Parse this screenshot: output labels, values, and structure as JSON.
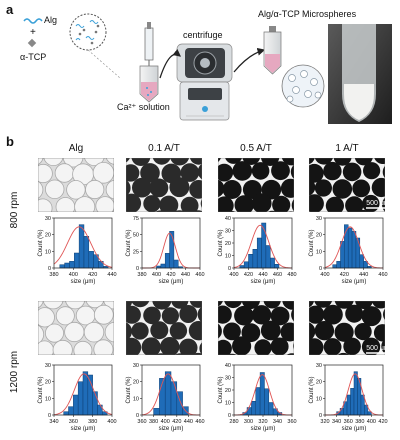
{
  "panel_a": {
    "label": "a",
    "alg_label": "Alg",
    "plus_label": "+",
    "tcp_label": "α-TCP",
    "centrifuge_label": "centrifuge",
    "ca_label": "Ca²⁺ solution",
    "product_label": "Alg/α-TCP Microspheres",
    "colors": {
      "alg_chain": "#3aa0d8",
      "tcp_particle": "#888888",
      "arrow": "#222222",
      "tube_liquid": "#e6a8c0",
      "centrifuge_body": "#d9dde0",
      "centrifuge_dark": "#3d4145",
      "photo_bg": "#3c3c3c"
    }
  },
  "panel_b": {
    "label": "b",
    "columns": [
      "Alg",
      "0.1 A/T",
      "0.5 A/T",
      "1 A/T"
    ],
    "rows": [
      "800 rpm",
      "1200 rpm"
    ],
    "scale_bar": "500 μm",
    "colors": {
      "bar_fill": "#1f6cb8",
      "bar_stroke": "#0d3f73",
      "fit_curve": "#e05555"
    }
  },
  "chart_data": [
    {
      "type": "bar",
      "row": "800 rpm",
      "column": "Alg",
      "xlabel": "size (μm)",
      "ylabel": "Count (%)",
      "xlim": [
        380,
        440
      ],
      "ylim": [
        0,
        30
      ],
      "x_ticks": [
        380,
        400,
        420,
        440
      ],
      "y_ticks": [
        0,
        10,
        20,
        30
      ],
      "bin_start": [
        386,
        391,
        396,
        401,
        406,
        411,
        416,
        421,
        426,
        431
      ],
      "bin_width": 5,
      "values": [
        2,
        3,
        4,
        9,
        26,
        19,
        10,
        8,
        4,
        1
      ],
      "fit": {
        "mean": 406,
        "sd": 12
      }
    },
    {
      "type": "bar",
      "row": "800 rpm",
      "column": "0.1 A/T",
      "xlabel": "size (μm)",
      "ylabel": "Count (%)",
      "xlim": [
        380,
        460
      ],
      "ylim": [
        0,
        75
      ],
      "x_ticks": [
        380,
        400,
        420,
        440,
        460
      ],
      "y_ticks": [
        0,
        25,
        50,
        75
      ],
      "bin_start": [
        400,
        406,
        412,
        418,
        424,
        430
      ],
      "bin_width": 6,
      "values": [
        3,
        6,
        22,
        55,
        12,
        2
      ],
      "fit": {
        "mean": 418,
        "sd": 8
      }
    },
    {
      "type": "bar",
      "row": "800 rpm",
      "column": "0.5 A/T",
      "xlabel": "size (μm)",
      "ylabel": "Count (%)",
      "xlim": [
        400,
        480
      ],
      "ylim": [
        0,
        40
      ],
      "x_ticks": [
        400,
        420,
        440,
        460,
        480
      ],
      "y_ticks": [
        0,
        10,
        20,
        30,
        40
      ],
      "bin_start": [
        408,
        414,
        420,
        426,
        432,
        438,
        444,
        450,
        456
      ],
      "bin_width": 6,
      "values": [
        2,
        5,
        11,
        15,
        24,
        36,
        18,
        8,
        3
      ],
      "fit": {
        "mean": 436,
        "sd": 12
      }
    },
    {
      "type": "bar",
      "row": "800 rpm",
      "column": "1 A/T",
      "xlabel": "size (μm)",
      "ylabel": "Count (%)",
      "xlim": [
        400,
        460
      ],
      "ylim": [
        0,
        30
      ],
      "x_ticks": [
        400,
        420,
        440,
        460
      ],
      "y_ticks": [
        0,
        10,
        20,
        30
      ],
      "bin_start": [
        408,
        412,
        416,
        420,
        424,
        428,
        432,
        436,
        440,
        444
      ],
      "bin_width": 4,
      "values": [
        2,
        4,
        16,
        26,
        24,
        22,
        18,
        8,
        4,
        1
      ],
      "fit": {
        "mean": 426,
        "sd": 9
      }
    },
    {
      "type": "bar",
      "row": "1200 rpm",
      "column": "Alg",
      "xlabel": "size (μm)",
      "ylabel": "Count (%)",
      "xlim": [
        340,
        400
      ],
      "ylim": [
        0,
        30
      ],
      "x_ticks": [
        340,
        360,
        380,
        400
      ],
      "y_ticks": [
        0,
        10,
        20,
        30
      ],
      "bin_start": [
        350,
        355,
        360,
        365,
        370,
        375,
        380,
        385,
        390
      ],
      "bin_width": 5,
      "values": [
        2,
        5,
        12,
        20,
        26,
        24,
        14,
        6,
        2
      ],
      "fit": {
        "mean": 371,
        "sd": 10
      }
    },
    {
      "type": "bar",
      "row": "1200 rpm",
      "column": "0.1 A/T",
      "xlabel": "size (μm)",
      "ylabel": "Count (%)",
      "xlim": [
        360,
        460
      ],
      "ylim": [
        0,
        30
      ],
      "x_ticks": [
        360,
        380,
        400,
        420,
        440,
        460
      ],
      "y_ticks": [
        0,
        10,
        20,
        30
      ],
      "bin_start": [
        380,
        390,
        400,
        410,
        420,
        430
      ],
      "bin_width": 10,
      "values": [
        4,
        22,
        26,
        20,
        14,
        5
      ],
      "fit": {
        "mean": 405,
        "sd": 14
      }
    },
    {
      "type": "bar",
      "row": "1200 rpm",
      "column": "0.5 A/T",
      "xlabel": "size (μm)",
      "ylabel": "Count (%)",
      "xlim": [
        280,
        360
      ],
      "ylim": [
        0,
        40
      ],
      "x_ticks": [
        280,
        300,
        320,
        340,
        360
      ],
      "y_ticks": [
        0,
        10,
        20,
        30,
        40
      ],
      "bin_start": [
        292,
        298,
        304,
        310,
        316,
        322,
        328,
        334,
        340
      ],
      "bin_width": 6,
      "values": [
        2,
        6,
        11,
        22,
        34,
        21,
        10,
        5,
        2
      ],
      "fit": {
        "mean": 319,
        "sd": 10
      }
    },
    {
      "type": "bar",
      "row": "1200 rpm",
      "column": "1 A/T",
      "xlabel": "size (μm)",
      "ylabel": "Count (%)",
      "xlim": [
        320,
        420
      ],
      "ylim": [
        0,
        30
      ],
      "x_ticks": [
        320,
        340,
        360,
        380,
        400,
        420
      ],
      "y_ticks": [
        0,
        10,
        20,
        30
      ],
      "bin_start": [
        340,
        346,
        352,
        358,
        364,
        370,
        376,
        382,
        388,
        394
      ],
      "bin_width": 6,
      "values": [
        2,
        4,
        8,
        12,
        16,
        26,
        22,
        12,
        6,
        2
      ],
      "fit": {
        "mean": 372,
        "sd": 12
      }
    }
  ]
}
